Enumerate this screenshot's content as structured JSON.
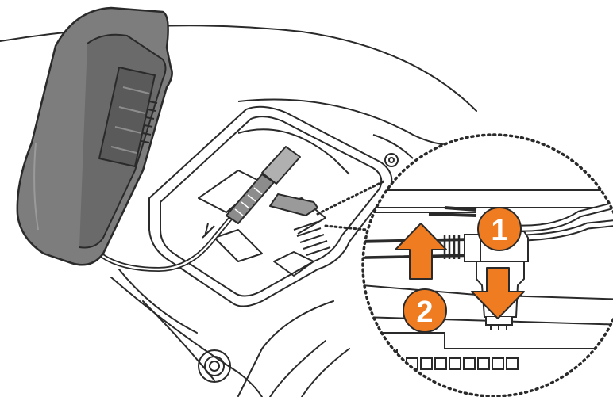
{
  "diagram": {
    "colors": {
      "accent": "#f07c22",
      "line": "#2a2a2a",
      "device": "#7d7d7d",
      "device_dark": "#5a5a5a",
      "background": "#ffffff"
    },
    "steps": [
      {
        "number": "1",
        "direction": "down"
      },
      {
        "number": "2",
        "direction": "up"
      }
    ],
    "callout": {
      "style": "dotted-circle-magnifier"
    }
  }
}
